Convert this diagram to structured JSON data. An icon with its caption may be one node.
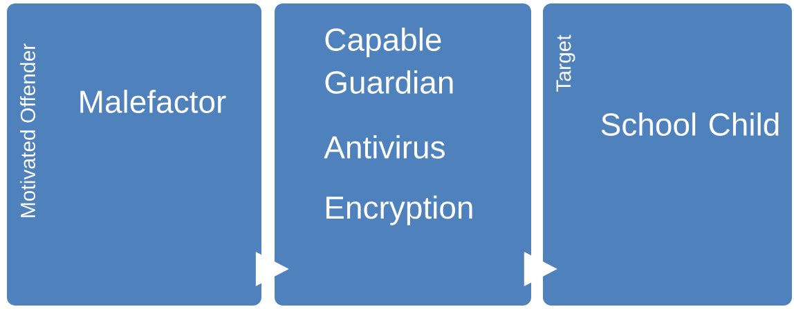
{
  "diagram": {
    "nodes": [
      {
        "text": [
          "Motivated Offender",
          "Malefactor"
        ]
      },
      {
        "text": [
          "Capable Guardian",
          "Antivirus",
          "Encryption"
        ]
      },
      {
        "text": [
          "Target",
          "School Child"
        ]
      }
    ],
    "edges": [
      {
        "from": 0,
        "to": 1,
        "arrow": "to"
      },
      {
        "from": 1,
        "to": 2,
        "arrow": "to"
      }
    ]
  }
}
